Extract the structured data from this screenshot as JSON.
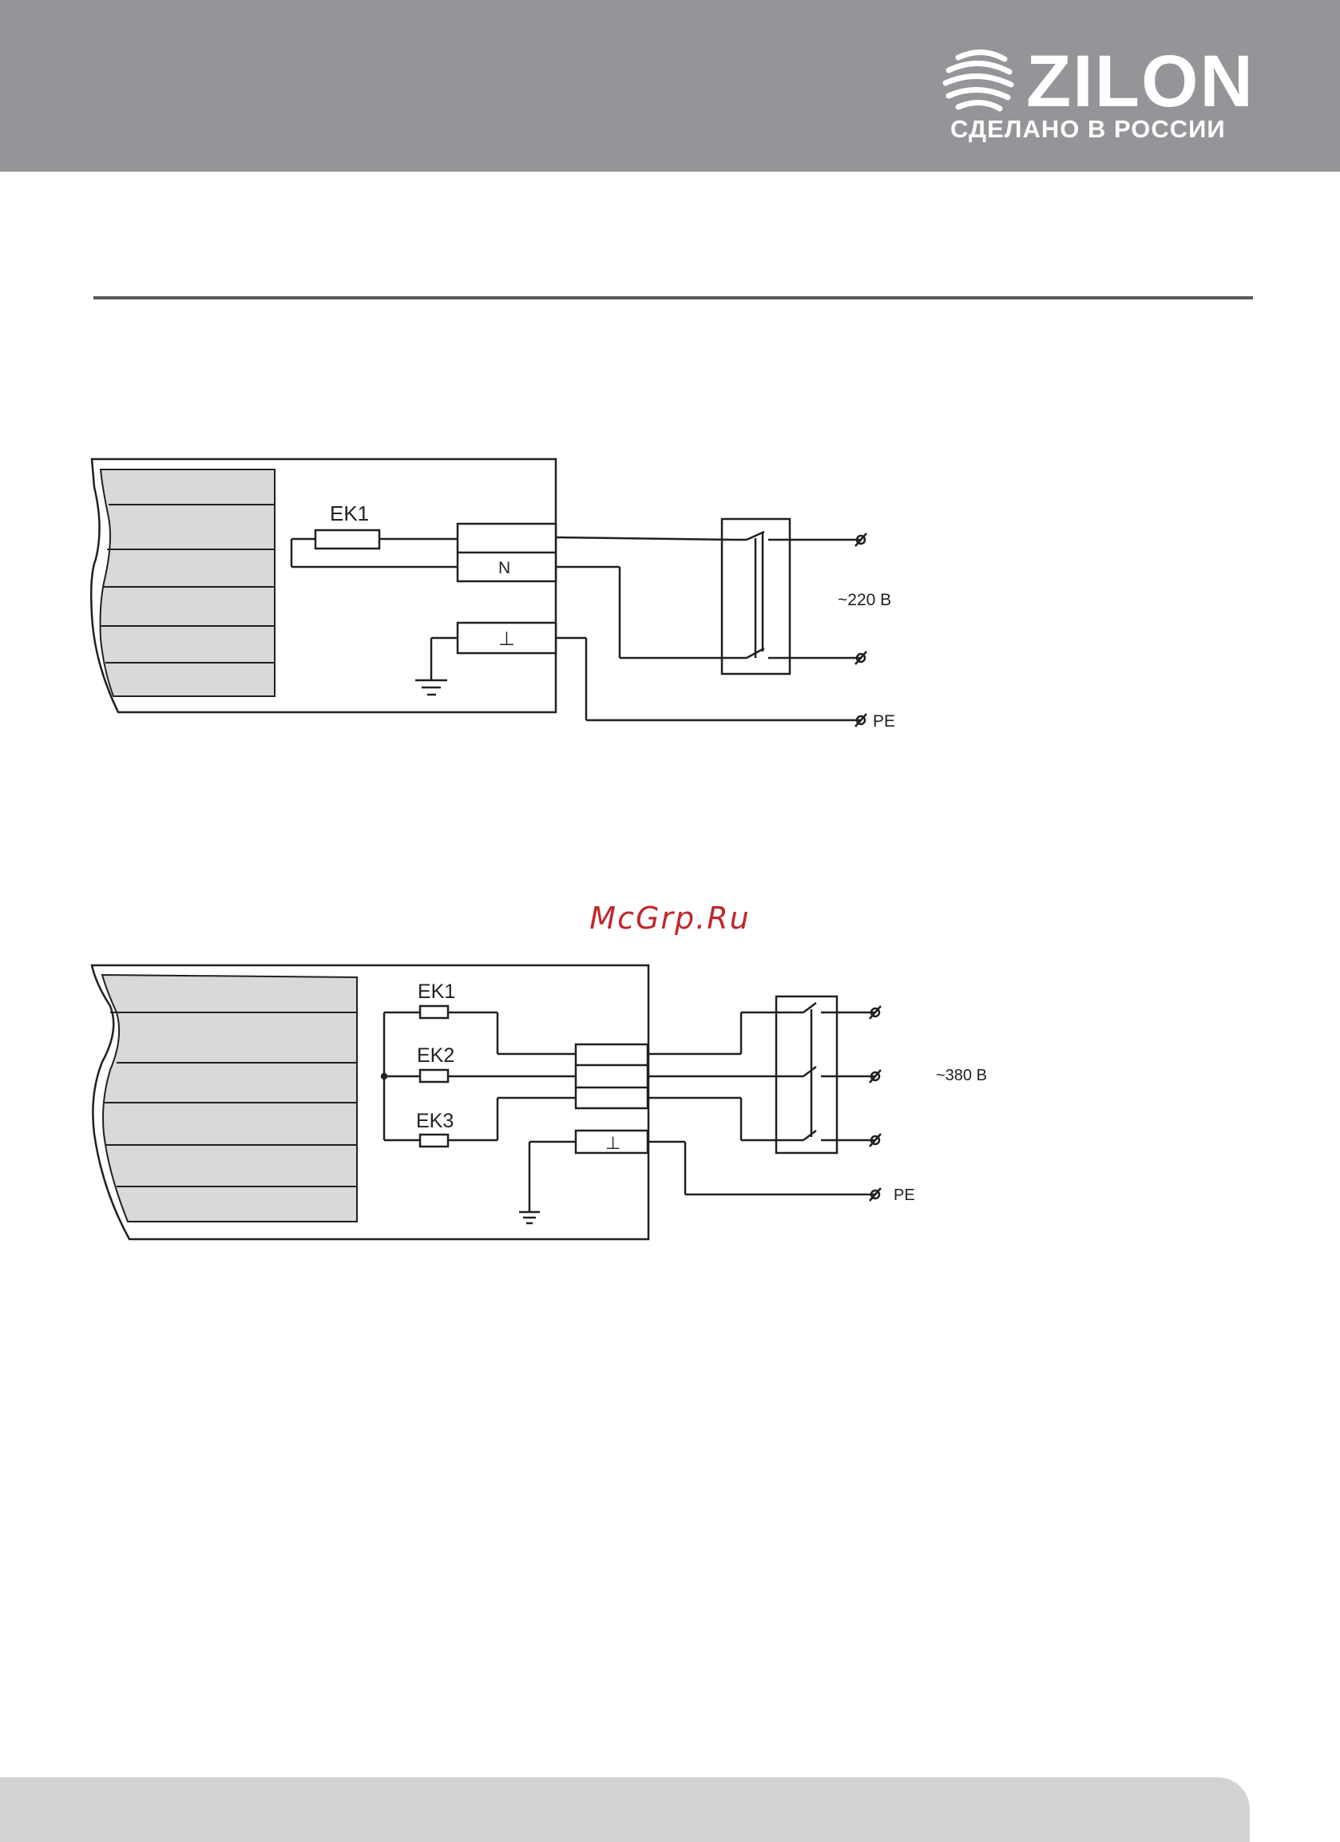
{
  "header": {
    "brand_color": "#939598",
    "logo": {
      "wordmark": "ZILON",
      "tagline": "СДЕЛАНО В РОССИИ"
    }
  },
  "watermark": {
    "text": "McGrp.Ru",
    "color": "#c1272d"
  },
  "diagram_220": {
    "heater_label": "EK1",
    "neutral_label": "N",
    "ground_symbol": "⊥",
    "voltage_label": "~220 В",
    "pe_label": "PE"
  },
  "diagram_380": {
    "heater_labels": [
      "EK1",
      "EK2",
      "EK3"
    ],
    "ground_symbol": "⊥",
    "voltage_label": "~380 В",
    "pe_label": "PE"
  },
  "footer": {
    "color": "#d1d2d4"
  }
}
